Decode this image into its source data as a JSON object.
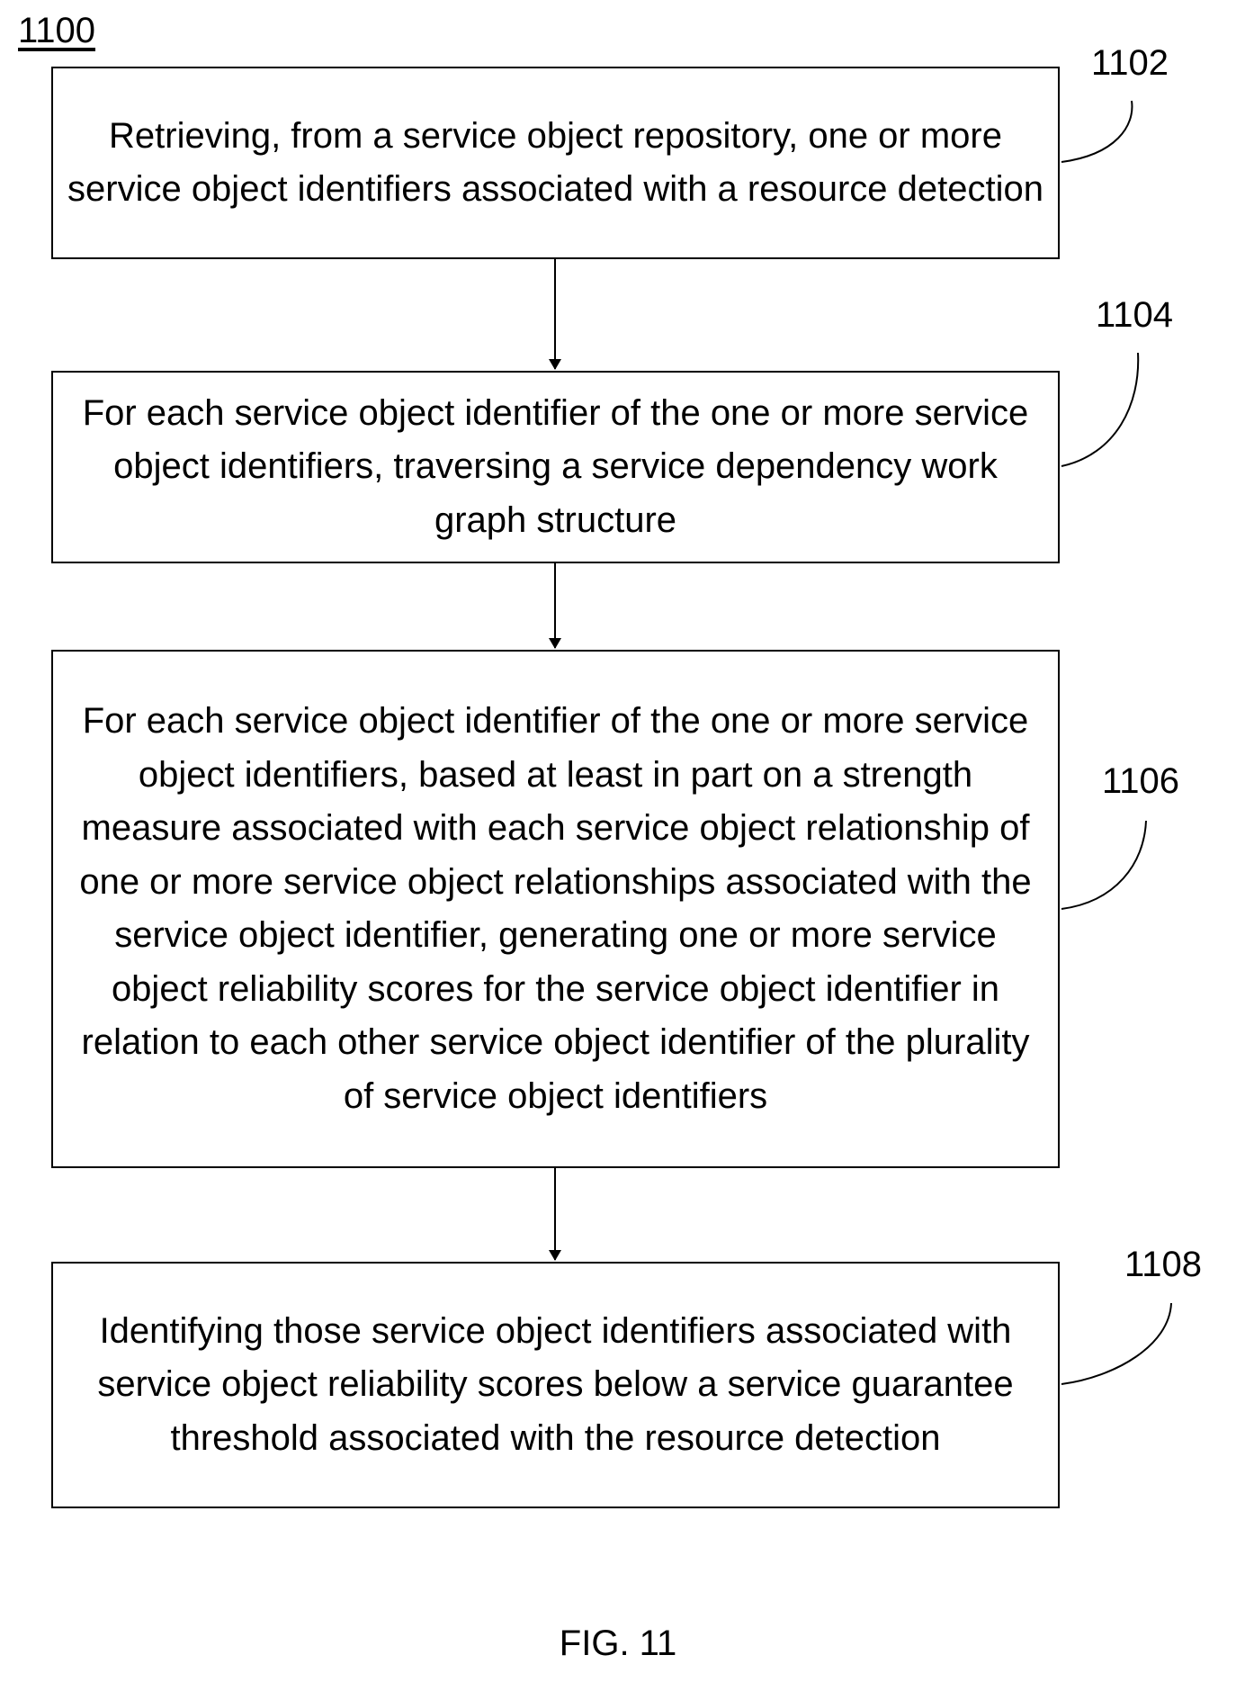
{
  "figure_id": "1100",
  "caption": "FIG. 11",
  "steps": [
    {
      "ref": "1102",
      "text": "Retrieving, from a service object repository, one or more service object identifiers associated with a resource detection"
    },
    {
      "ref": "1104",
      "text": "For each service object identifier of the one or more service object identifiers, traversing a service dependency work graph structure"
    },
    {
      "ref": "1106",
      "text": "For each service object identifier of the one or more service object identifiers, based at least in part on a strength measure associated with each service object relationship of one or more service object relationships associated with the service object identifier, generating one or more service object reliability scores for the service object identifier in relation to each other service object identifier of the plurality of service object identifiers"
    },
    {
      "ref": "1108",
      "text": "Identifying those service object identifiers associated with service object reliability scores below a service guarantee threshold associated with the resource detection"
    }
  ]
}
